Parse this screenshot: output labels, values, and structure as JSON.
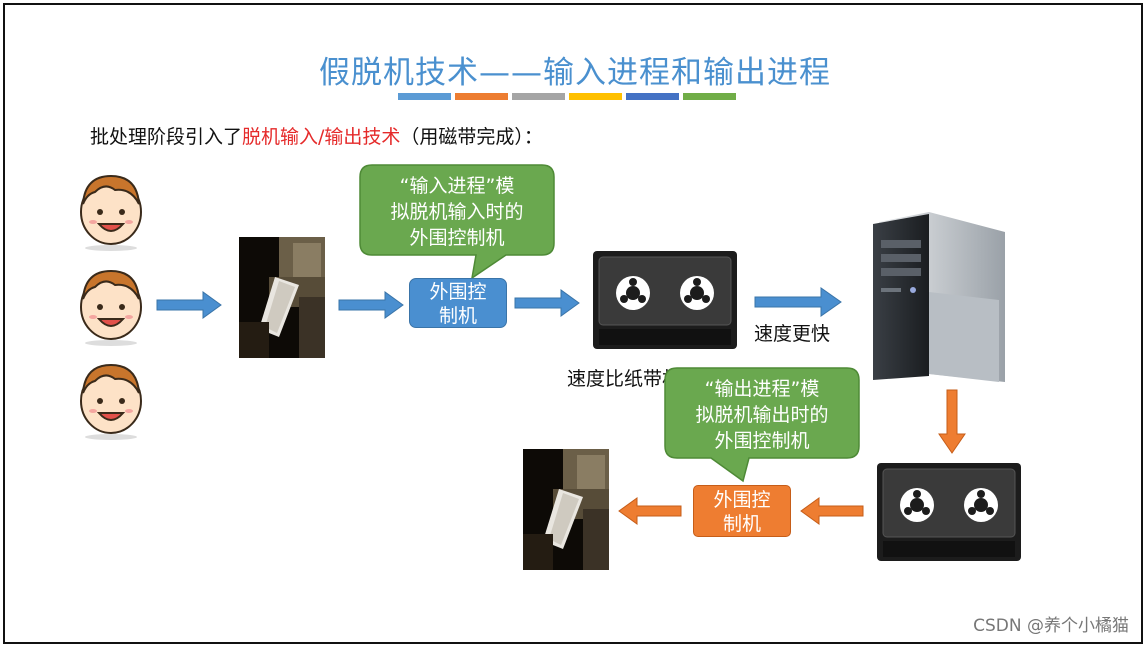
{
  "title": "假脱机技术——输入进程和输出进程",
  "stripes": [
    "#5b9bd5",
    "#ed7d31",
    "#a5a5a5",
    "#ffc000",
    "#4472c4",
    "#70ad47"
  ],
  "subtitle": {
    "prefix": "批处理阶段引入了",
    "highlight": "脱机输入/输出技术",
    "suffix": "（用磁带完成）："
  },
  "input_callout": {
    "line1": "“输入进程”模",
    "line2": "拟脱机输入时的",
    "line3": "外围控制机"
  },
  "output_callout": {
    "line1": "“输出进程”模",
    "line2": "拟脱机输出时的",
    "line3": "外围控制机"
  },
  "input_controller": {
    "line1": "外围控",
    "line2": "制机"
  },
  "output_controller": {
    "line1": "外围控",
    "line2": "制机"
  },
  "labels": {
    "speed_faster": "速度更快",
    "speed_compare": "速度比纸带机快很多"
  },
  "watermark": "CSDN @养个小橘猫",
  "colors": {
    "title": "#4a90cf",
    "highlight": "#e52a2a",
    "callout_green": "#6aa84f",
    "arrow_blue": "#4a8fd0",
    "arrow_orange": "#ee7d31"
  }
}
